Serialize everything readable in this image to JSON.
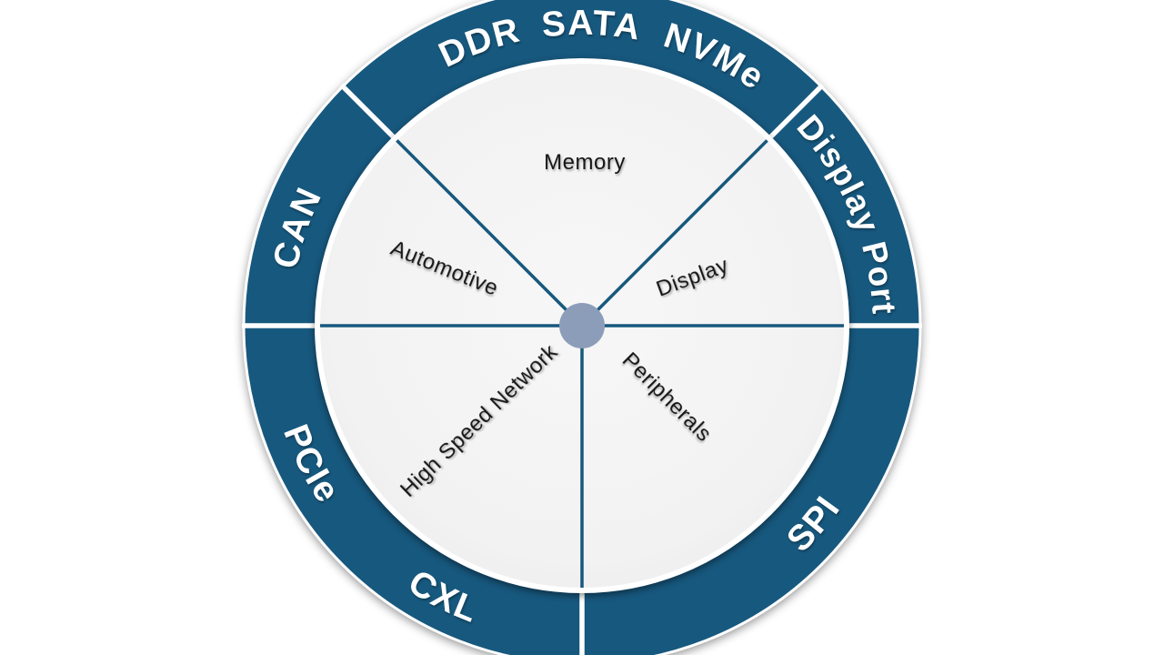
{
  "diagram": {
    "title_hint": "protocol-wheel",
    "colors": {
      "ring": "#17587e",
      "disc": "#f2f2f2",
      "hub": "#8c9db9",
      "divider_white": "#ffffff",
      "label_dark": "#161616",
      "background": "#ffffff"
    },
    "ring_labels": {
      "ddr": "DDR",
      "sata": "SATA",
      "nvme": "NVMe",
      "display_port": "Display Port",
      "spi": "SPI",
      "cxl": "CXL",
      "pcie": "PCIe",
      "can": "CAN"
    },
    "sector_labels": {
      "memory": "Memory",
      "display": "Display",
      "peripherals": "Peripherals",
      "high_speed_network": "High Speed Network",
      "automotive": "Automotive"
    },
    "mapping": [
      {
        "sector": "Memory",
        "protocols": [
          "DDR",
          "SATA",
          "NVMe"
        ]
      },
      {
        "sector": "Display",
        "protocols": [
          "Display Port"
        ]
      },
      {
        "sector": "Peripherals",
        "protocols": [
          "SPI"
        ]
      },
      {
        "sector": "High Speed Network",
        "protocols": [
          "PCIe",
          "CXL"
        ]
      },
      {
        "sector": "Automotive",
        "protocols": [
          "CAN"
        ]
      }
    ]
  }
}
